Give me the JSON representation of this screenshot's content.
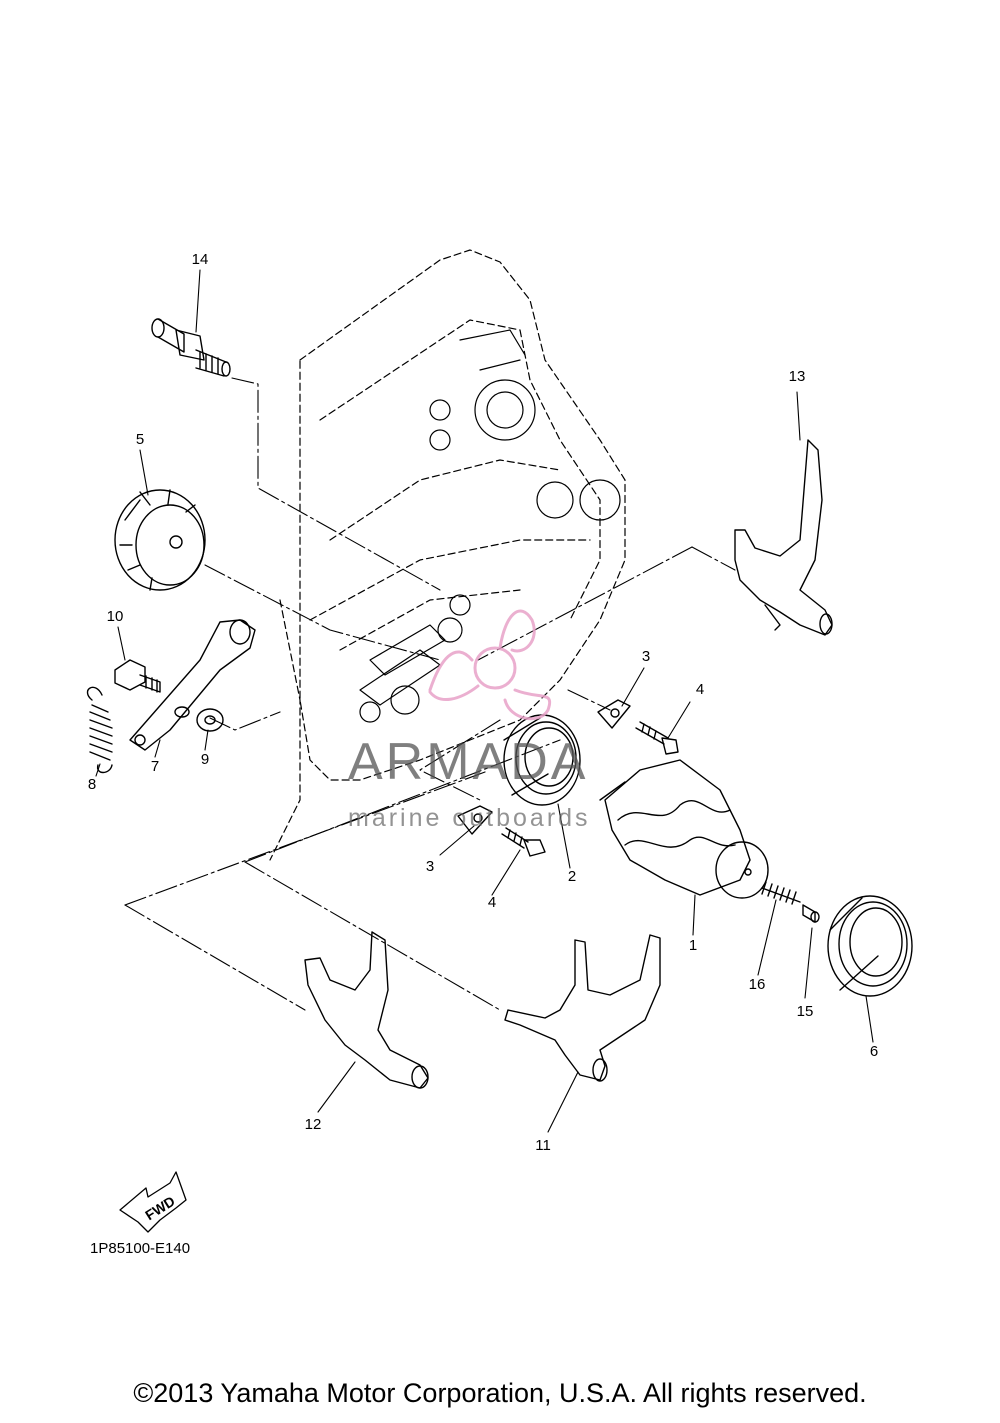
{
  "callouts": [
    {
      "id": "14",
      "label": "14"
    },
    {
      "id": "13",
      "label": "13"
    },
    {
      "id": "5",
      "label": "5"
    },
    {
      "id": "10",
      "label": "10"
    },
    {
      "id": "3a",
      "label": "3"
    },
    {
      "id": "4a",
      "label": "4"
    },
    {
      "id": "8",
      "label": "8"
    },
    {
      "id": "7",
      "label": "7"
    },
    {
      "id": "9",
      "label": "9"
    },
    {
      "id": "3b",
      "label": "3"
    },
    {
      "id": "4b",
      "label": "4"
    },
    {
      "id": "2",
      "label": "2"
    },
    {
      "id": "1",
      "label": "1"
    },
    {
      "id": "16",
      "label": "16"
    },
    {
      "id": "15",
      "label": "15"
    },
    {
      "id": "6",
      "label": "6"
    },
    {
      "id": "12",
      "label": "12"
    },
    {
      "id": "11",
      "label": "11"
    }
  ],
  "fwd_label": "FWD",
  "part_code": "1P85100-E140",
  "copyright": "©2013 Yamaha Motor Corporation, U.S.A. All rights reserved.",
  "watermark": {
    "brand": "ARMADA",
    "tagline": "marine outboards",
    "logo_color": "#e8a2c8"
  }
}
